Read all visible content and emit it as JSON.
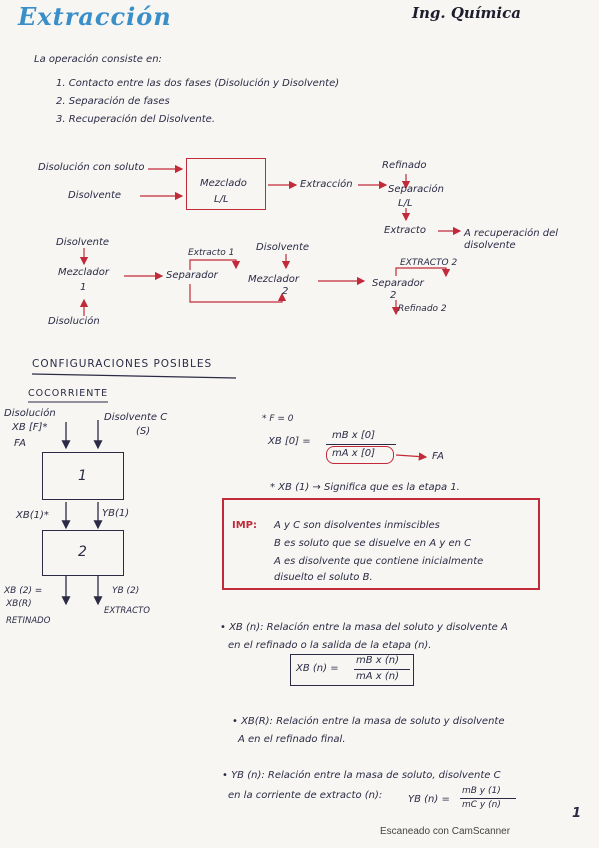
{
  "header": {
    "title": "Extracción",
    "subject": "Ing. Química"
  },
  "intro": {
    "lead": "La operación consiste en:",
    "steps": [
      "1. Contacto entre las dos fases (Disolución y Disolvente)",
      "2. Separación de fases",
      "3. Recuperación del Disolvente."
    ]
  },
  "flow1": {
    "in1": "Disolución con soluto",
    "in2": "Disolvente",
    "mixer": "Mezclado",
    "mixer_sub": "L/L",
    "extraction": "Extracción",
    "refinado": "Refinado",
    "separation": "Separación",
    "sep_sub": "L/L",
    "extracto": "Extracto",
    "recovery": "A recuperación del disolvente"
  },
  "flow2": {
    "disolvente1": "Disolvente",
    "mixer1": "Mezclador",
    "mixer1_n": "1",
    "disolucion": "Disolución",
    "extracto1": "Extracto 1",
    "separator": "Separador",
    "disolvente2": "Disolvente",
    "mixer2": "Mezclador",
    "mixer2_n": "2",
    "extracto2": "EXTRACTO 2",
    "separator2": "Separador",
    "separator2_n": "2",
    "refinado2": "Refinado 2"
  },
  "configs": {
    "heading": "CONFIGURACIONES POSIBLES",
    "cocorriente": "COCORRIENTE"
  },
  "diagram": {
    "in_left_1": "Disolución",
    "in_left_2": "XB [F]*",
    "in_left_3": "FA",
    "in_right_1": "Disolvente C",
    "in_right_2": "(S)",
    "stage1": "1",
    "stage2": "2",
    "xb1": "XB(1)*",
    "yb1": "YB(1)",
    "xb2_1": "XB (2) =",
    "xb2_2": "XB(R)",
    "retinado": "RETINADO",
    "yb2": "YB (2)",
    "extracto": "EXTRACTO"
  },
  "formula1": {
    "cond": "* F = 0",
    "lhs": "XB [0] =",
    "num": "mB x [0]",
    "den": "mA x [0]",
    "target": "FA"
  },
  "note1": "* XB (1) → Significa que es la etapa 1.",
  "imp": {
    "label": "IMP:",
    "lines": [
      "A y C son disolventes inmiscibles",
      "B es soluto que se disuelve en A y en C",
      "A es disolvente que contiene inicialmente",
      "disuelto el soluto B."
    ]
  },
  "def1": {
    "line1": "• XB (n): Relación entre la masa del soluto y disolvente A",
    "line2": "en el refinado o la salida de la etapa (n).",
    "lhs": "XB (n) =",
    "num": "mB x (n)",
    "den": "mA x (n)"
  },
  "def2": {
    "line1": "• XB(R): Relación entre la masa de soluto y disolvente",
    "line2": "A en el refinado final."
  },
  "def3": {
    "line1": "• YB (n): Relación entre la masa de soluto, disolvente C",
    "line2": "en la corriente de extracto (n):",
    "lhs": "YB (n) =",
    "num": "mB y (1)",
    "den": "mC y (n)"
  },
  "footer": {
    "scanner": "Escaneado con CamScanner",
    "page": "1"
  }
}
